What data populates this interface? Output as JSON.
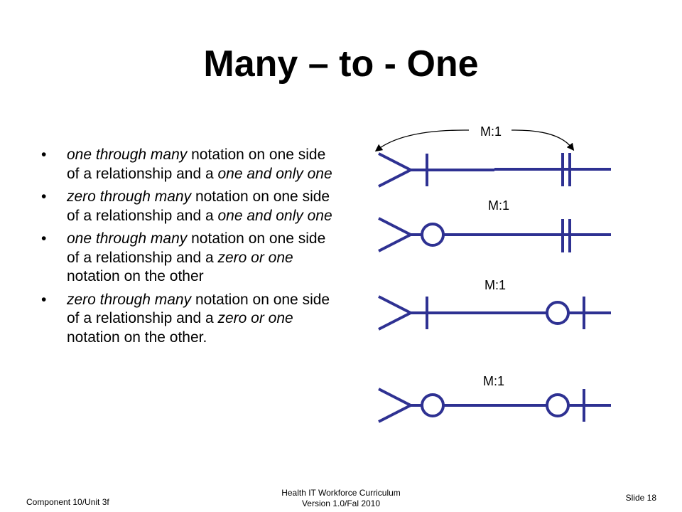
{
  "slide": {
    "title": "Many – to - One",
    "bullets": [
      {
        "parts": [
          {
            "text": "one through many",
            "italic": true
          },
          {
            "text": " notation on one side of a relationship and a ",
            "italic": false
          },
          {
            "text": "one and only one",
            "italic": true
          }
        ]
      },
      {
        "parts": [
          {
            "text": "zero through many",
            "italic": true
          },
          {
            "text": " notation on one side of a relationship and a ",
            "italic": false
          },
          {
            "text": "one and only one",
            "italic": true
          }
        ]
      },
      {
        "parts": [
          {
            "text": "one through many",
            "italic": true
          },
          {
            "text": " notation on one side of a relationship and a ",
            "italic": false
          },
          {
            "text": "zero or one",
            "italic": true
          },
          {
            "text": " notation on the other",
            "italic": false
          }
        ]
      },
      {
        "parts": [
          {
            "text": "zero through many",
            "italic": true
          },
          {
            "text": " notation on one side of a relationship and a ",
            "italic": false
          },
          {
            "text": "zero or one",
            "italic": true
          },
          {
            "text": " notation on the other.",
            "italic": false
          }
        ]
      }
    ],
    "bullet_char": "•"
  },
  "diagram": {
    "line_color": "#2e3192",
    "arrow_color": "#000000",
    "relationships": [
      {
        "label": "M:1",
        "left_symbol": "one-through-many",
        "right_symbol": "one-and-only-one"
      },
      {
        "label": "M:1",
        "left_symbol": "zero-through-many",
        "right_symbol": "one-and-only-one"
      },
      {
        "label": "M:1",
        "left_symbol": "one-through-many",
        "right_symbol": "zero-or-one"
      },
      {
        "label": "M:1",
        "left_symbol": "zero-through-many",
        "right_symbol": "zero-or-one"
      }
    ]
  },
  "footer": {
    "left": "Component 10/Unit 3f",
    "center_line1": "Health IT Workforce Curriculum",
    "center_line2": "Version 1.0/Fal 2010",
    "right": "Slide 18"
  }
}
